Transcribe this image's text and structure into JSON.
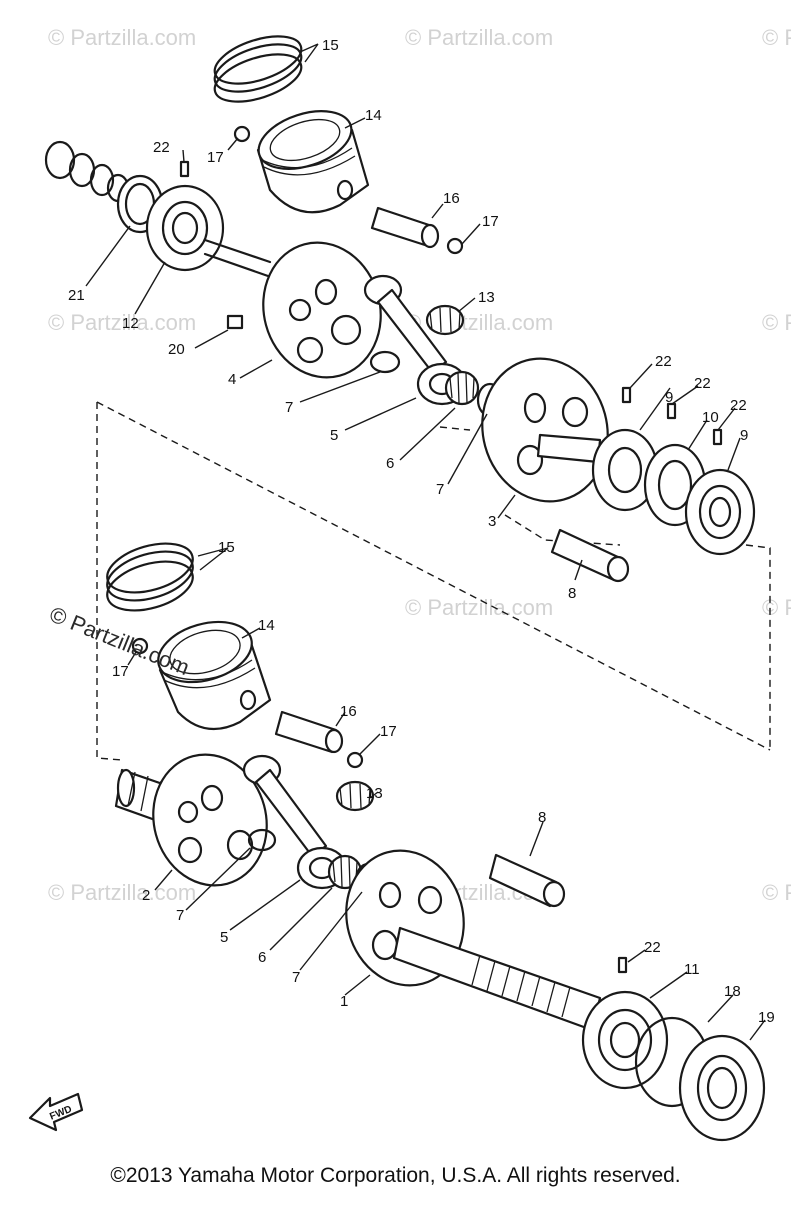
{
  "watermark": {
    "text": "© Partzilla.com"
  },
  "copyright": "©2013  Yamaha Motor Corporation, U.S.A. All rights reserved.",
  "front_arrow_label": "FWD",
  "callouts": [
    "15",
    "14",
    "22",
    "17",
    "16",
    "17",
    "21",
    "12",
    "13",
    "20",
    "4",
    "22",
    "9",
    "22",
    "7",
    "10",
    "22",
    "9",
    "5",
    "6",
    "7",
    "3",
    "8",
    "15",
    "14",
    "17",
    "16",
    "17",
    "13",
    "8",
    "2",
    "7",
    "5",
    "6",
    "7",
    "1",
    "22",
    "11",
    "18",
    "19"
  ],
  "colors": {
    "ink": "#1a1a1a",
    "paper": "#ffffff",
    "watermark": "#d2d2d2"
  }
}
